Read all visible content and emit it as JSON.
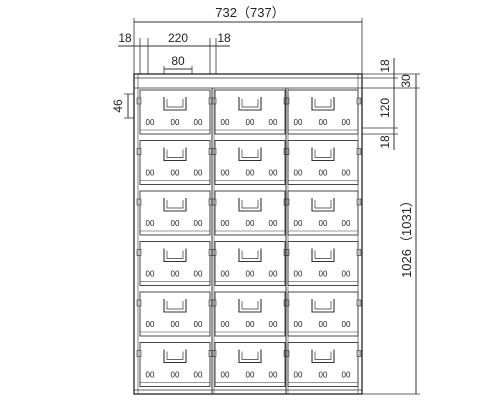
{
  "dimensions": {
    "overall_width": "732（737）",
    "side_margin_left": "18",
    "side_margin_right": "18",
    "door_width": "220",
    "handle_width": "80",
    "handle_offset": "46",
    "top_margin": "18",
    "top_gap": "30",
    "door_height": "120",
    "door_gap": "18",
    "overall_height": "1026（1031）"
  },
  "cabinet": {
    "columns": 3,
    "rows": 6,
    "vent_label": "00"
  },
  "colors": {
    "line": "#333333",
    "frame_fill": "#ffffff",
    "shade": "#bdbdbd"
  }
}
